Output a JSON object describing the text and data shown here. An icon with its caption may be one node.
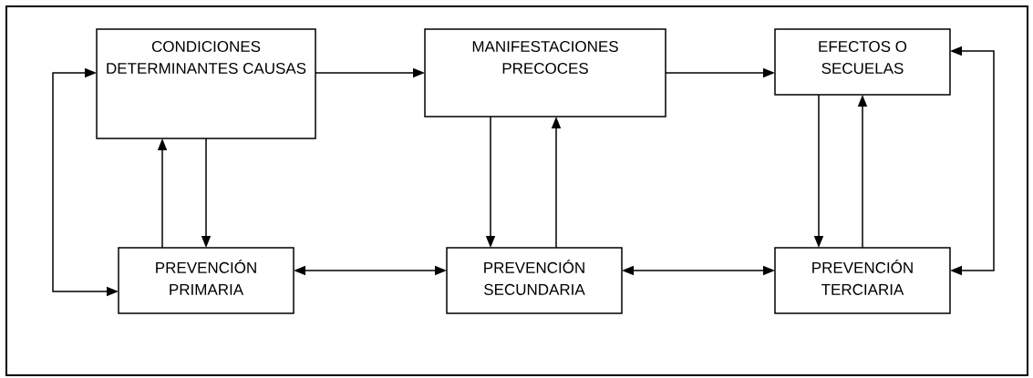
{
  "diagram": {
    "nodes": [
      {
        "text": [
          "CONDICIONES DETERMINANTES CAUSAS"
        ]
      },
      {
        "text": [
          "MANIFESTACIONES PRECOCES"
        ]
      },
      {
        "text": [
          "EFECTOS O SECUELAS"
        ]
      },
      {
        "text": [
          "PREVENCIÓN PRIMARIA"
        ]
      },
      {
        "text": [
          "PREVENCIÓN SECUNDARIA"
        ]
      },
      {
        "text": [
          "PREVENCIÓN TERCIARIA"
        ]
      }
    ],
    "edges": [
      {
        "from": 0,
        "to": 1,
        "arrow": "to"
      },
      {
        "from": 1,
        "to": 2,
        "arrow": "to"
      },
      {
        "from": 0,
        "to": 3,
        "arrow": "to"
      },
      {
        "from": 3,
        "to": 0,
        "arrow": "to"
      },
      {
        "from": 1,
        "to": 4,
        "arrow": "to"
      },
      {
        "from": 4,
        "to": 1,
        "arrow": "to"
      },
      {
        "from": 2,
        "to": 5,
        "arrow": "to"
      },
      {
        "from": 5,
        "to": 2,
        "arrow": "to"
      },
      {
        "from": 3,
        "to": 4,
        "arrow": "both"
      },
      {
        "from": 4,
        "to": 5,
        "arrow": "both"
      },
      {
        "from": 0,
        "to": 3,
        "arrow": "both"
      },
      {
        "from": 2,
        "to": 5,
        "arrow": "both"
      }
    ]
  }
}
